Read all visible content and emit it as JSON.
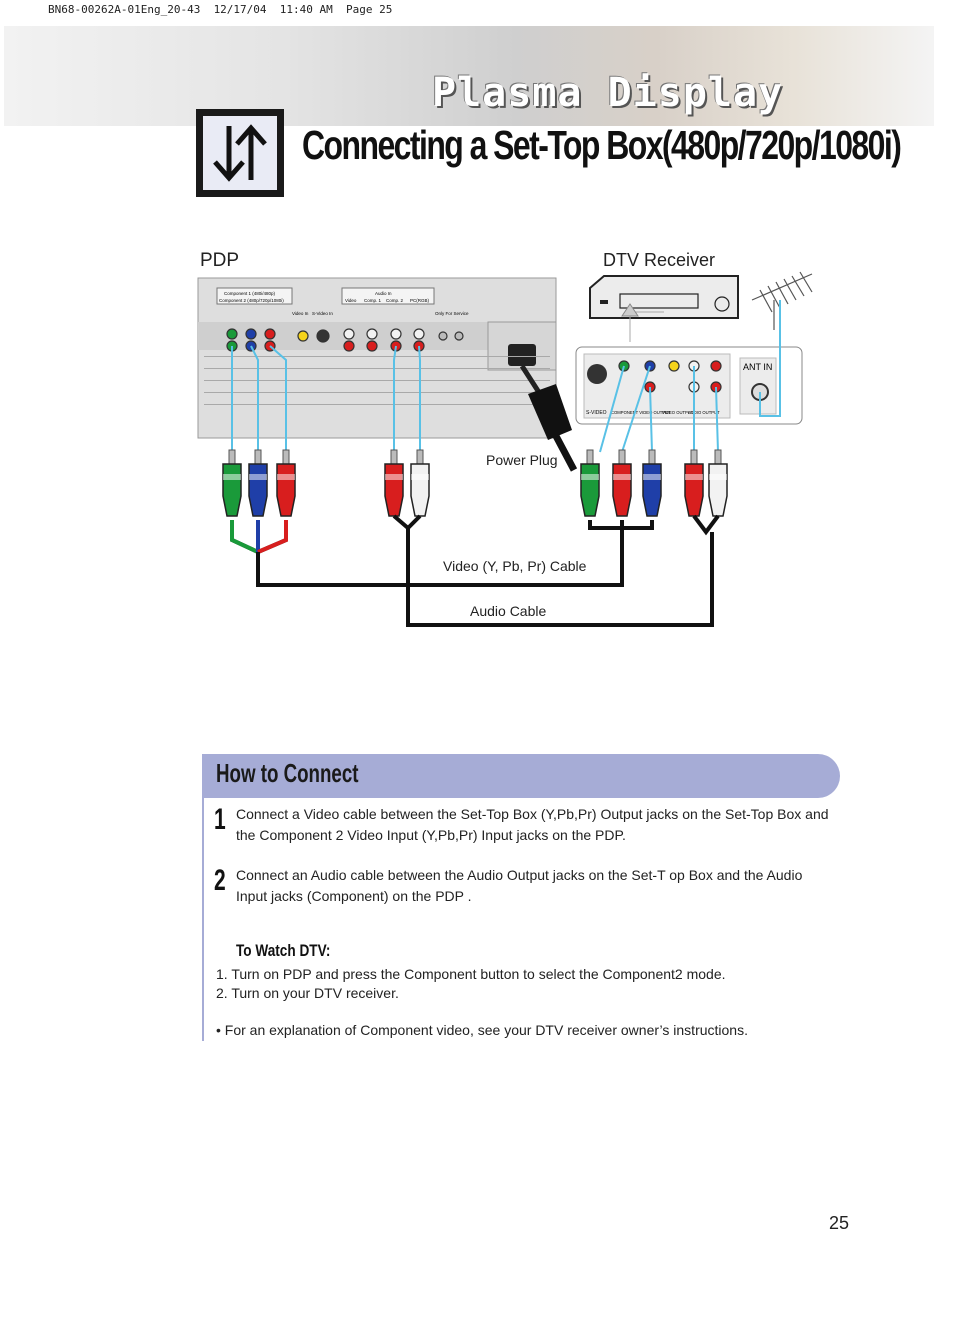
{
  "slug": "BN68-00262A-01Eng_20-43  12/17/04  11:40 AM  Page 25",
  "banner_title": "Plasma Display",
  "page_title": "Connecting a Set-Top Box(480p/720p/1080i)",
  "diagram": {
    "pdp_label": "PDP",
    "dtv_label": "DTV Receiver",
    "power_plug_label": "Power Plug",
    "video_cable_label": "Video (Y, Pb, Pr) Cable",
    "audio_cable_label": "Audio Cable",
    "pdp_panel": {
      "component1": "Component 1 (480i/480p)",
      "component2": "Component 2 (480p/720p/1080i)",
      "video_in": "Video In",
      "svideo_in": "S-Video In",
      "audio_in": "Audio In",
      "video": "Video",
      "comp1": "Comp. 1",
      "comp2": "Comp. 2",
      "pc": "PC(RGB)",
      "service": "Only For Service"
    },
    "dtv_panel": {
      "svideo": "S-VIDEO",
      "component_output": "COMPONENT VIDEO OUTPUT",
      "video_output": "VIDEO OUTPUT",
      "audio_output": "AUDIO OUTPUT",
      "ant_in": "ANT IN"
    }
  },
  "how_to_connect": {
    "title": "How to Connect",
    "steps": [
      {
        "num": "1",
        "text": "Connect a Video cable between the Set-Top Box (Y,Pb,Pr) Output jacks on the Set-Top Box and the Component 2 Video Input (Y,Pb,Pr) Input jacks on the PDP."
      },
      {
        "num": "2",
        "text": "Connect an Audio cable between the Audio Output jacks on the Set-T op Box and the Audio Input jacks (Component) on the PDP ."
      }
    ],
    "watch_title": "To Watch DTV:",
    "watch_items": [
      "1.  Turn on PDP and press the Component button to select the Component2 mode.",
      "2.  Turn on your DTV receiver."
    ],
    "note": "• For an explanation of Component video, see your DTV receiver owner’s instructions."
  },
  "page_number": "25",
  "colors": {
    "header_bar": "#a6acd6",
    "y_green": "#1a9a3a",
    "pb_blue": "#1f3fa8",
    "pr_red": "#d81e1e",
    "audio_white": "#f2f2f2",
    "wire_cyan": "#59c1e6"
  }
}
